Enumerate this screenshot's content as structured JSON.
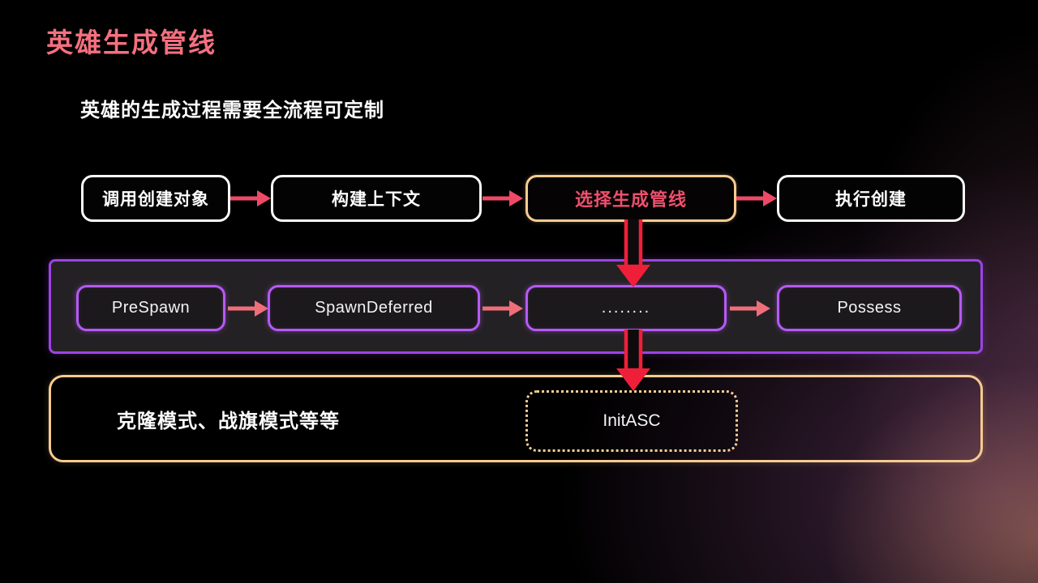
{
  "slide": {
    "title": "英雄生成管线",
    "subtitle": "英雄的生成过程需要全流程可定制"
  },
  "top_flow": {
    "boxes": [
      {
        "label": "调用创建对象"
      },
      {
        "label": "构建上下文"
      },
      {
        "label": "选择生成管线",
        "highlighted": true
      },
      {
        "label": "执行创建"
      }
    ]
  },
  "pipeline": {
    "boxes": [
      {
        "label": "PreSpawn"
      },
      {
        "label": "SpawnDeferred"
      },
      {
        "label": "........"
      },
      {
        "label": "Possess"
      }
    ]
  },
  "modes": {
    "caption": "克隆模式、战旗模式等等",
    "init_label": "InitASC"
  },
  "colors": {
    "title_pink": "#f4707f",
    "highlight_text": "#ef4f6d",
    "accent_orange": "#f7cb8f",
    "purple_outer": "#9c43e6",
    "purple_inner": "#b55af5",
    "vertical_arrow_red": "#f01f39",
    "horizontal_arrow_row1": "#ee4a68",
    "horizontal_arrow_row2": "#ee6f79"
  }
}
